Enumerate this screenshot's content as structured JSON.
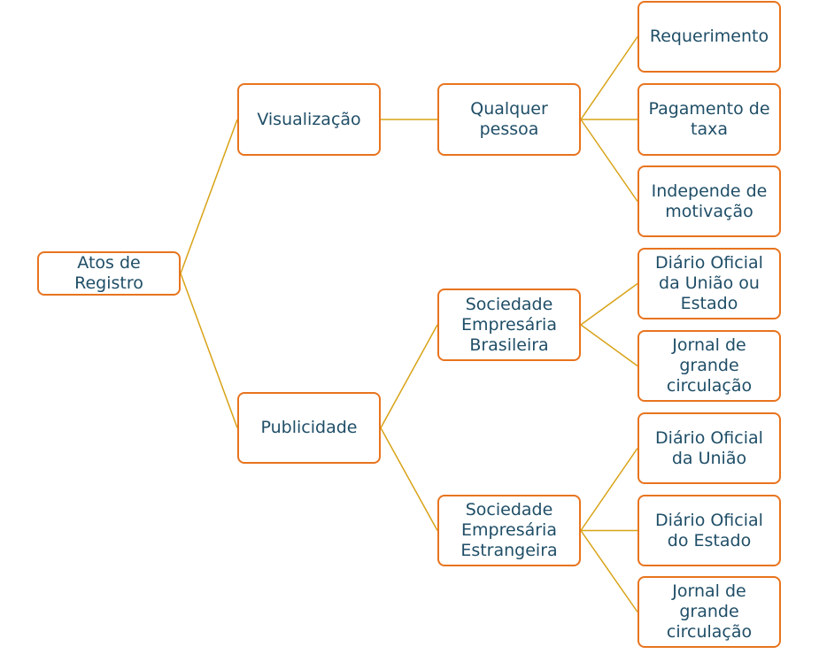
{
  "colors": {
    "node_border": "#E8741E",
    "node_text": "#1F4E67",
    "connector": "#D8A317",
    "background": "#FFFFFF"
  },
  "nodes": {
    "root": "Atos de\nRegistro",
    "visualizacao": "Visualização",
    "publicidade": "Publicidade",
    "qualquer_pessoa": "Qualquer\npessoa",
    "sociedade_brasileira": "Sociedade\nEmpresária\nBrasileira",
    "sociedade_estrangeira": "Sociedade\nEmpresária\nEstrangeira",
    "requerimento": "Requerimento",
    "pagamento_taxa": "Pagamento de\ntaxa",
    "independe_motivacao": "Independe de\nmotivação",
    "diario_uniao_estado": "Diário Oficial\nda União ou\nEstado",
    "jornal_grande_circulacao_1": "Jornal de\ngrande\ncirculação",
    "diario_uniao": "Diário Oficial\nda União",
    "diario_estado": "Diário Oficial\ndo Estado",
    "jornal_grande_circulacao_2": "Jornal de\ngrande\ncirculação"
  },
  "edges": [
    [
      "root",
      "visualizacao"
    ],
    [
      "root",
      "publicidade"
    ],
    [
      "visualizacao",
      "qualquer_pessoa"
    ],
    [
      "qualquer_pessoa",
      "requerimento"
    ],
    [
      "qualquer_pessoa",
      "pagamento_taxa"
    ],
    [
      "qualquer_pessoa",
      "independe_motivacao"
    ],
    [
      "publicidade",
      "sociedade_brasileira"
    ],
    [
      "publicidade",
      "sociedade_estrangeira"
    ],
    [
      "sociedade_brasileira",
      "diario_uniao_estado"
    ],
    [
      "sociedade_brasileira",
      "jornal_grande_circulacao_1"
    ],
    [
      "sociedade_estrangeira",
      "diario_uniao"
    ],
    [
      "sociedade_estrangeira",
      "diario_estado"
    ],
    [
      "sociedade_estrangeira",
      "jornal_grande_circulacao_2"
    ]
  ]
}
